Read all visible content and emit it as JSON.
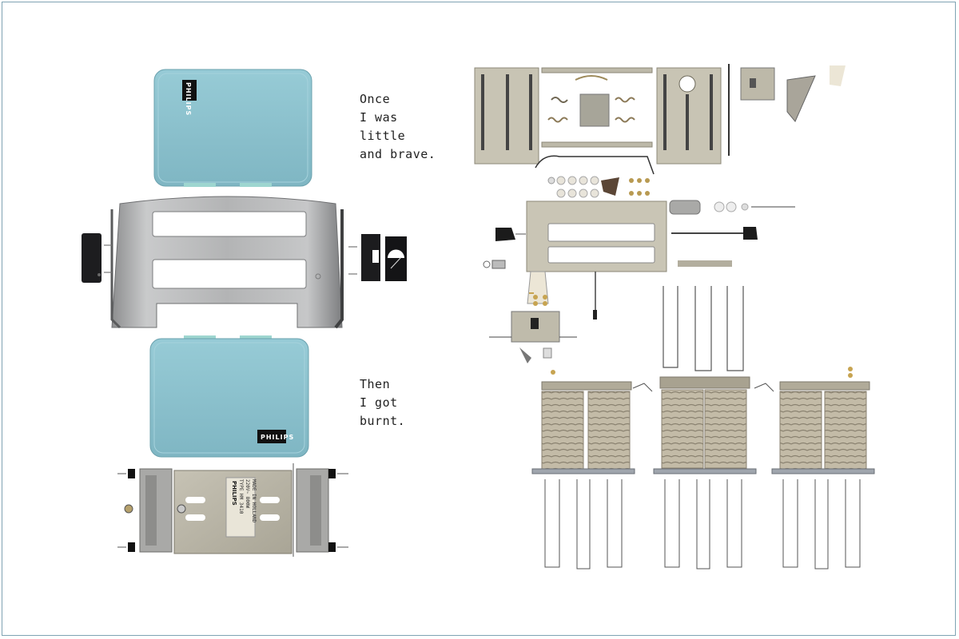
{
  "captions": {
    "top": "Once\nI was\nlittle\nand brave.",
    "bottom": "Then\nI got\nburnt."
  },
  "brand": "PHILIPS",
  "rating_plate": {
    "brand": "PHILIPS",
    "line1": "TYPE HM 3410",
    "line2": "220V~ 800W",
    "line3": "MADE IN HOLLAND"
  },
  "colors": {
    "panel_blue": "#8cc3cf",
    "steel": "#b9babb",
    "mica": "#b7ad97",
    "frame_border": "#7fa3b3"
  }
}
